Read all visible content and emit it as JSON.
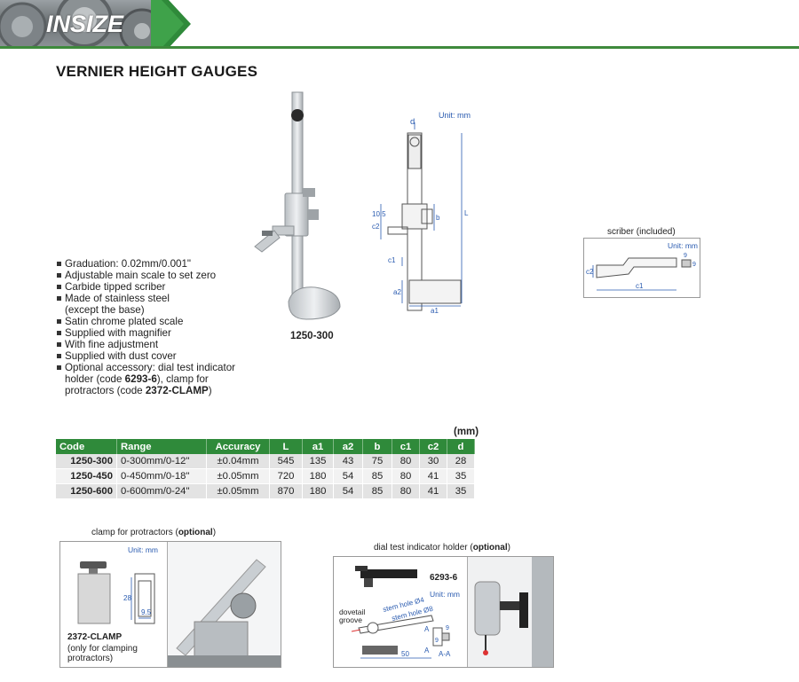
{
  "header": {
    "logo": "INSIZE"
  },
  "title": "VERNIER HEIGHT GAUGES",
  "main_product": {
    "code_label": "1250-300"
  },
  "drawing": {
    "unit": "Unit: mm",
    "labels": {
      "d": "d",
      "b": "b",
      "L": "L",
      "c2": "c2",
      "c1": "c1",
      "a2": "a2",
      "a1": "a1",
      "c2_val": "10.5"
    }
  },
  "scriber": {
    "caption": "scriber (included)",
    "unit": "Unit: mm",
    "labels": {
      "c2": "c2",
      "c1": "c1",
      "nine_a": "9",
      "nine_b": "9"
    }
  },
  "features": [
    "Graduation: 0.02mm/0.001\"",
    "Adjustable main scale to set zero",
    "Carbide tipped scriber",
    "Made of stainless steel",
    "(except the base)",
    "Satin chrome plated scale",
    "Supplied with magnifier",
    "With fine adjustment",
    "Supplied with dust cover"
  ],
  "optional_accessory": {
    "line1": "Optional accessory: dial test indicator",
    "line2_pre": "holder (code ",
    "code1": "6293-6",
    "line2_post": "), clamp for",
    "line3_pre": "protractors (code ",
    "code2": "2372-CLAMP",
    "line3_post": ")"
  },
  "table": {
    "unit": "(mm)",
    "headers": [
      "Code",
      "Range",
      "Accuracy",
      "L",
      "a1",
      "a2",
      "b",
      "c1",
      "c2",
      "d"
    ],
    "rows": [
      [
        "1250-300",
        "0-300mm/0-12\"",
        "±0.04mm",
        "545",
        "135",
        "43",
        "75",
        "80",
        "30",
        "28"
      ],
      [
        "1250-450",
        "0-450mm/0-18\"",
        "±0.05mm",
        "720",
        "180",
        "54",
        "85",
        "80",
        "41",
        "35"
      ],
      [
        "1250-600",
        "0-600mm/0-24\"",
        "±0.05mm",
        "870",
        "180",
        "54",
        "85",
        "80",
        "41",
        "35"
      ]
    ]
  },
  "clamp": {
    "caption_pre": "clamp for protractors (",
    "caption_bold": "optional",
    "caption_post": ")",
    "unit": "Unit: mm",
    "dim_28": "28",
    "dim_95": "9.5",
    "code": "2372-CLAMP",
    "note1": "(only for clamping",
    "note2": "protractors)"
  },
  "holder": {
    "caption_pre": "dial test indicator holder (",
    "caption_bold": "optional",
    "caption_post": ")",
    "code": "6293-6",
    "unit": "Unit: mm",
    "dovetail1": "dovetail",
    "dovetail2": "groove",
    "stem4": "stem hole Ø4",
    "stem8": "stem hole Ø8",
    "dim_50": "50",
    "dim_9": "9",
    "dim_9b": "9",
    "A": "A",
    "A2": "A",
    "AA": "A-A"
  },
  "colors": {
    "brand_green": "#2f8a3a",
    "dim_blue": "#2a5bb0"
  }
}
